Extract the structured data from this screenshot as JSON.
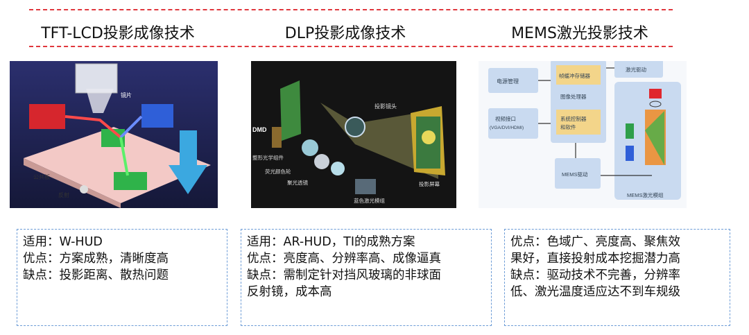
{
  "columns": [
    {
      "title": "TFT-LCD投影成像技术",
      "lines": [
        "适用：W-HUD",
        "优点：方案成熟，清晰度高",
        "缺点：投影距离、散热问题"
      ],
      "image_labels": [
        "公共板",
        "反射",
        "镜片"
      ]
    },
    {
      "title": "DLP投影成像技术",
      "lines": [
        "适用：AR-HUD，TI的成熟方案",
        "优点：亮度高、分辨率高、成像逼真",
        "缺点：需制定针对挡风玻璃的非球面",
        "反射镜，成本高"
      ],
      "image_labels": [
        "DMD",
        "投影镜头",
        "整形光学组件",
        "荧光颜色轮",
        "聚光透镜",
        "蓝色激光模组",
        "投影屏幕"
      ]
    },
    {
      "title": "MEMS激光投影技术",
      "lines": [
        "优点：色域广、亮度高、聚焦效",
        "果好，直接投射成本挖掘潜力高",
        "缺点：驱动技术不完善，分辨率",
        "低、激光温度适应达不到车规级"
      ],
      "image_labels": [
        "电源管理",
        "帧缓冲存储器",
        "图像处理器",
        "视频接口",
        "(VGA/DVI/HDMI)",
        "系统控制器",
        "和软件",
        "激光驱动",
        "MEMS驱动",
        "MEMS激光模组"
      ]
    }
  ]
}
